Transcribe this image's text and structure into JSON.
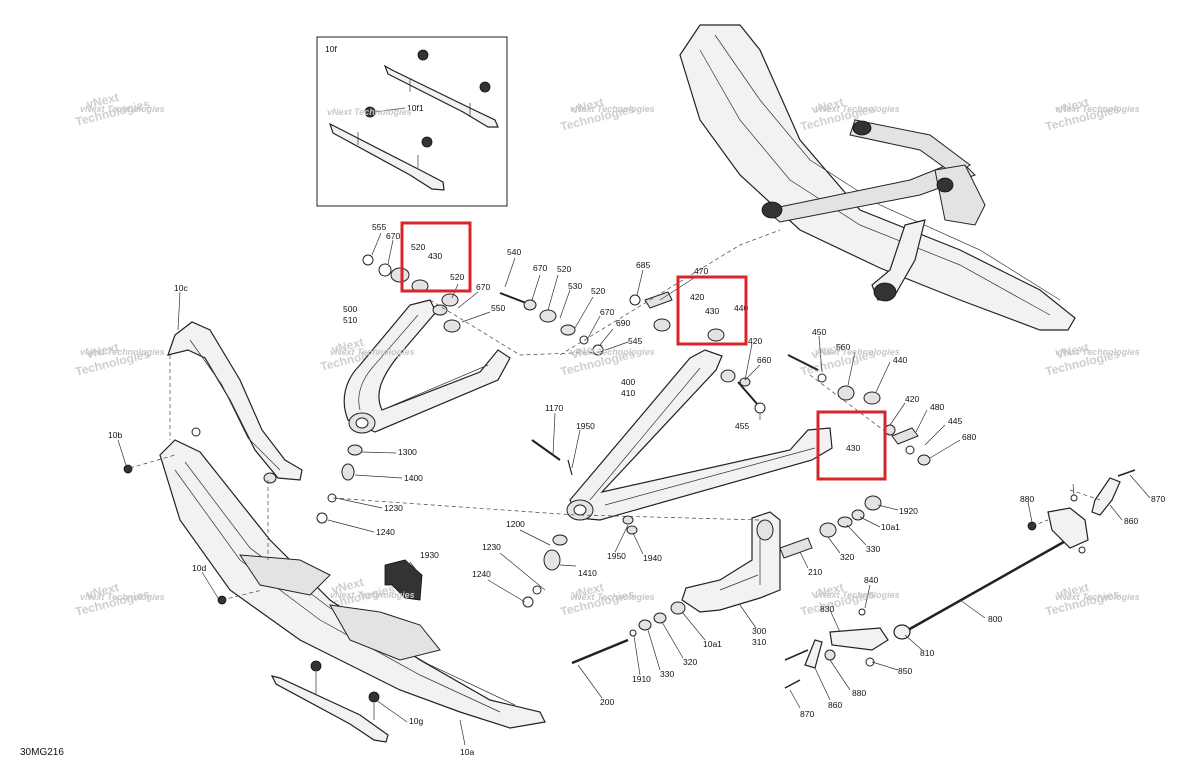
{
  "diagram_code": "30MG216",
  "watermark": {
    "line1": "vNext",
    "line2": "Technologies",
    "inline": "vNext Technologies"
  },
  "inset": {
    "title": "10f",
    "callout": "10f1"
  },
  "highlight_color": "#d9252a",
  "highlights": [
    {
      "labels": [
        "520",
        "430",
        "520"
      ]
    },
    {
      "labels": [
        "420",
        "430",
        "440"
      ]
    },
    {
      "labels": [
        "430"
      ]
    }
  ],
  "labels": {
    "l555": "555",
    "l670a": "670",
    "l520a": "520",
    "l430a": "430",
    "l520b": "520",
    "l540": "540",
    "l670b": "670",
    "l520c": "520",
    "l530": "530",
    "l520d": "520",
    "l670c": "670",
    "l550": "550",
    "l690": "690",
    "l545": "545",
    "l670d": "670",
    "l500": "500",
    "l510": "510",
    "l685": "685",
    "l470": "470",
    "l420a": "420",
    "l430b": "430",
    "l440a": "440",
    "l420b": "420",
    "l660": "660",
    "l455": "455",
    "l400": "400",
    "l410": "410",
    "l450": "450",
    "l560": "560",
    "l440b": "440",
    "l420c": "420",
    "l430c": "430",
    "l480": "480",
    "l445": "445",
    "l680": "680",
    "l1170": "1170",
    "l1950a": "1950",
    "l10c": "10c",
    "l10b": "10b",
    "l10d": "10d",
    "l10g": "10g",
    "l10a": "10a",
    "l1300": "1300",
    "l1400": "1400",
    "l1230a": "1230",
    "l1240a": "1240",
    "l1930": "1930",
    "l1200": "1200",
    "l1230b": "1230",
    "l1240b": "1240",
    "l1410": "1410",
    "l1950b": "1950",
    "l1940": "1940",
    "l1920": "1920",
    "l10a1a": "10a1",
    "l330a": "330",
    "l320a": "320",
    "l210": "210",
    "l300": "300",
    "l310": "310",
    "l200": "200",
    "l1910": "1910",
    "l330b": "330",
    "l320b": "320",
    "l10a1b": "10a1",
    "l880a": "880",
    "l870a": "870",
    "l860a": "860",
    "l840": "840",
    "l830": "830",
    "l800": "800",
    "l810": "810",
    "l850": "850",
    "l880b": "880",
    "l860b": "860",
    "l870b": "870"
  }
}
